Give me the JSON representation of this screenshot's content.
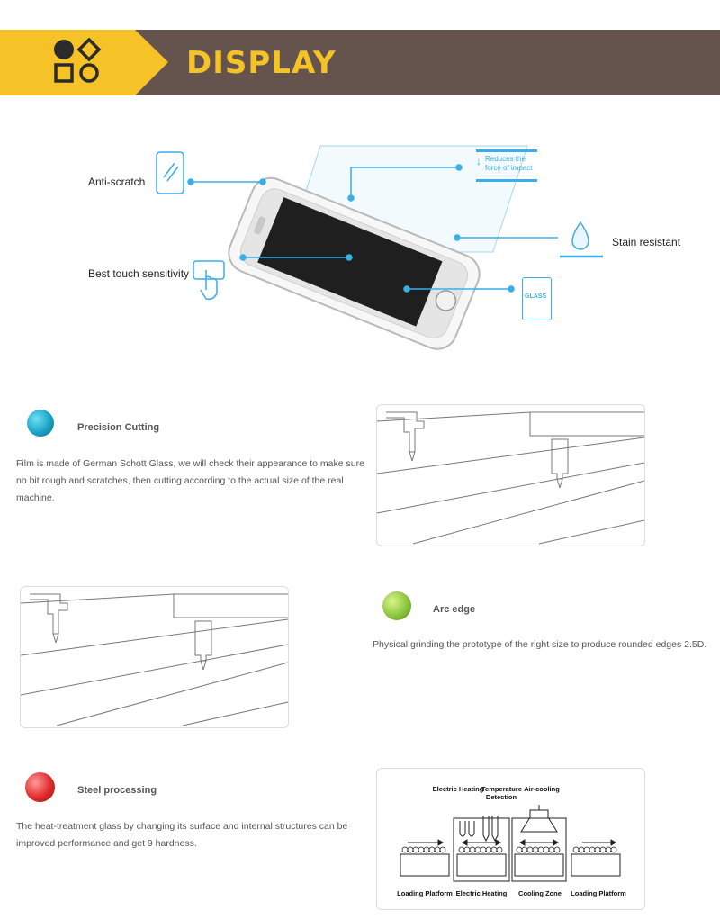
{
  "header": {
    "title": "DISPLAY",
    "band_color": "#65544d",
    "accent_color": "#f5c228"
  },
  "diagram": {
    "anti_scratch": "Anti-scratch",
    "best_touch": "Best touch sensitivity",
    "stain_resistant": "Stain resistant",
    "reduces_line1": "Reduces the",
    "reduces_line2": "force of impact",
    "glass_label": "GLASS",
    "line_color": "#3aaee8"
  },
  "features": {
    "precision": {
      "title": "Precision Cutting",
      "desc": "Film is made of German Schott Glass, we will check  their appearance to make sure no bit rough and scratches, then cutting according to the actual size of the real machine.",
      "color": "#1aa3c4"
    },
    "arc": {
      "title": "Arc edge",
      "desc": "Physical grinding the prototype of the right size to produce rounded edges 2.5D.",
      "color": "#8cc63f"
    },
    "steel": {
      "title": "Steel processing",
      "desc": "The heat-treatment glass by changing its surface and internal structures can be improved performance and get 9 hardness.",
      "color": "#e02b2b"
    }
  },
  "process": {
    "electric_heating_top": "Electric Heating",
    "temperature_detection": "Temperature Detection",
    "air_cooling": "Air-cooling",
    "loading_platform_left": "Loading Platform",
    "electric_heating_bottom": "Electric Heating",
    "cooling_zone": "Cooling Zone",
    "loading_platform_right": "Loading Platform"
  }
}
